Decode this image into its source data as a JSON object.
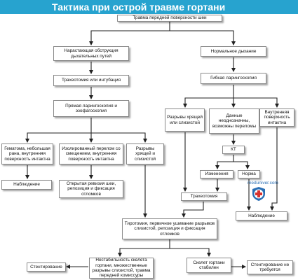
{
  "title": "Тактика при острой травме гортани",
  "nodes": {
    "root": "Травма передней поверхности шеи",
    "obstruction": "Нарастающая обструкция дыхательных путей",
    "normal_breathing": "Нормальное дыхание",
    "tracheotomy_or_intubation": "Трахеотомия или интубация",
    "flexible_laryngoscopy": "Гибкая ларингоскопия",
    "direct_laryngoscopy": "Прямая ларингоскопия и эзофагоскопия",
    "cartilage_mucosa_tears_right": "Разрывы хрящей или слизистой",
    "data_ambiguous": "Данные неоднозначны, возможны переломы",
    "inner_surface_intact": "Внутренняя поверхность интактна",
    "hematoma": "Гематома, небольшая рана, внутренняя поверхность интактна",
    "isolated_fracture": "Изолированный перелом со смещением, внутренняя поверхность интактна",
    "cartilage_mucosa_tears_left": "Разрывы хрящей и слизистой",
    "ct": "КТ",
    "changes": "Изменения",
    "normal": "Норма",
    "observation_left": "Наблюдение",
    "open_revision": "Открытая ревизия шеи, репозиция и фиксация отломков",
    "tracheotomy": "Трахеотомия",
    "observation_right": "Наблюдение",
    "thyrotomy": "Тиротомия, первичное ушивание разрывов слизистой, репозиция и фиксация отломков",
    "stenting": "Стентирование",
    "instability": "Нестабильность скелета гортани, множественные разрывы слизистой, травма передней комиссуры",
    "skeleton_stable": "Скелет гортани стабилен",
    "no_stenting": "Стентирование не требуется"
  },
  "watermark": "medunivег.com",
  "colors": {
    "title_bg": "#27a3cf",
    "title_text": "#ffffff",
    "lines": "#222222",
    "box_border": "#8a8a8a"
  }
}
